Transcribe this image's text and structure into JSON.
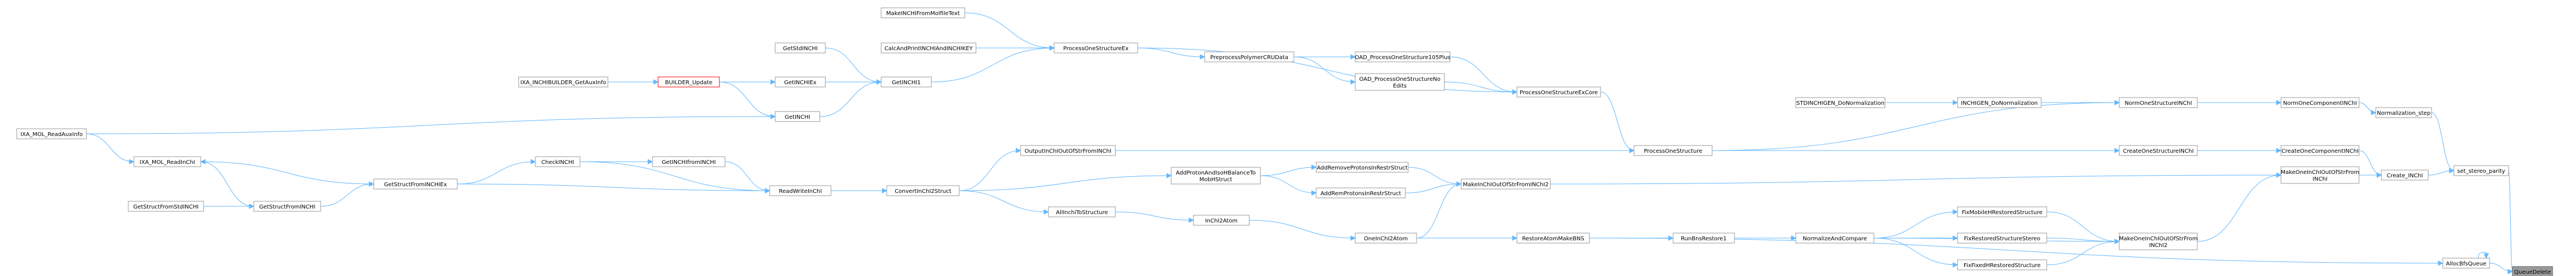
{
  "graph": {
    "kind": "caller-graph",
    "colors": {
      "edge": "#63b8ff",
      "node_border": "#999999",
      "root_fill": "#999999",
      "highlight_border": "#ff0000"
    },
    "nodes": [
      {
        "id": "QueueDelete",
        "label": [
          "QueueDelete"
        ],
        "root": true
      },
      {
        "id": "set_stereo_parity",
        "label": [
          "set_stereo_parity"
        ]
      },
      {
        "id": "AllocBfsQueue",
        "label": [
          "AllocBfsQueue"
        ]
      },
      {
        "id": "Normalization_step",
        "label": [
          "Normalization_step"
        ]
      },
      {
        "id": "Create_INChI",
        "label": [
          "Create_INChI"
        ]
      },
      {
        "id": "NormOneComponentINChI",
        "label": [
          "NormOneComponentINChI"
        ]
      },
      {
        "id": "CreateOneComponentINChI",
        "label": [
          "CreateOneComponentINChI"
        ]
      },
      {
        "id": "MakeOneInChIOutOfStrFromINChI",
        "label": [
          "MakeOneInChIOutOfStrFrom",
          "INChI"
        ]
      },
      {
        "id": "NormOneStructureINChI",
        "label": [
          "NormOneStructureINChI"
        ]
      },
      {
        "id": "CreateOneStructureINChI",
        "label": [
          "CreateOneStructureINChI"
        ]
      },
      {
        "id": "MakeOneInChIOutOfStrFromINChI2",
        "label": [
          "MakeOneInChIOutOfStrFrom",
          "INChI2"
        ]
      },
      {
        "id": "INCHIGEN_DoNormalization",
        "label": [
          "INCHIGEN_DoNormalization"
        ]
      },
      {
        "id": "STDINCHIGEN_DoNormalization",
        "label": [
          "STDINCHIGEN_DoNormalization"
        ]
      },
      {
        "id": "ProcessOneStructure",
        "label": [
          "ProcessOneStructure"
        ]
      },
      {
        "id": "FixMobileHRestoredStructure",
        "label": [
          "FixMobileHRestoredStructure"
        ]
      },
      {
        "id": "FixRestoredStructureStereo",
        "label": [
          "FixRestoredStructureStereo"
        ]
      },
      {
        "id": "FixFixedHRestoredStructure",
        "label": [
          "FixFixedHRestoredStructure"
        ]
      },
      {
        "id": "NormalizeAndCompare",
        "label": [
          "NormalizeAndCompare"
        ]
      },
      {
        "id": "RunBnsRestore1",
        "label": [
          "RunBnsRestore1"
        ]
      },
      {
        "id": "RestoreAtomMakeBNS",
        "label": [
          "RestoreAtomMakeBNS"
        ]
      },
      {
        "id": "ProcessOneStructureExCore",
        "label": [
          "ProcessOneStructureExCore"
        ]
      },
      {
        "id": "OAD_ProcessOneStructure105Plus",
        "label": [
          "OAD_ProcessOneStructure105Plus"
        ]
      },
      {
        "id": "OAD_ProcessOneStructureNoEdits",
        "label": [
          "OAD_ProcessOneStructureNo",
          "Edits"
        ]
      },
      {
        "id": "PreprocessPolymerCRUData",
        "label": [
          "PreprocessPolymerCRUData"
        ]
      },
      {
        "id": "ProcessOneStructureEx",
        "label": [
          "ProcessOneStructureEx"
        ]
      },
      {
        "id": "MakeINCHIFromMolfileText",
        "label": [
          "MakeINCHIFromMolfileText"
        ]
      },
      {
        "id": "CalcAndPrintINCHIAndINCHIKEY",
        "label": [
          "CalcAndPrintINCHIAndINCHIKEY"
        ]
      },
      {
        "id": "GetINCHI1",
        "label": [
          "GetINCHI1"
        ]
      },
      {
        "id": "GetStdINCHI",
        "label": [
          "GetStdINCHI"
        ]
      },
      {
        "id": "GetINCHIEx",
        "label": [
          "GetINCHIEx"
        ]
      },
      {
        "id": "GetINCHI",
        "label": [
          "GetINCHI"
        ]
      },
      {
        "id": "BUILDER_Update",
        "label": [
          "BUILDER_Update"
        ],
        "highlight": true
      },
      {
        "id": "IXA_INCHIBUILDER_GetAuxInfo",
        "label": [
          "IXA_INCHIBUILDER_GetAuxInfo"
        ]
      },
      {
        "id": "IXA_MOL_ReadAuxInfo",
        "label": [
          "IXA_MOL_ReadAuxInfo"
        ]
      },
      {
        "id": "MakeInChIOutOfStrFromINChI2",
        "label": [
          "MakeInChIOutOfStrFromINChI2"
        ]
      },
      {
        "id": "AddRemoveProtonsInRestrStruct",
        "label": [
          "AddRemoveProtonsInRestrStruct"
        ]
      },
      {
        "id": "AddRemProtonsInRestrStruct",
        "label": [
          "AddRemProtonsInRestrStruct"
        ]
      },
      {
        "id": "OneInChI2Atom",
        "label": [
          "OneInChI2Atom"
        ]
      },
      {
        "id": "AddProtonAndIsoHBalanceToMobHStruct",
        "label": [
          "AddProtonAndIsoHBalanceTo",
          "MobHStruct"
        ]
      },
      {
        "id": "InChI2Atom",
        "label": [
          "InChI2Atom"
        ]
      },
      {
        "id": "AllInchiToStructure",
        "label": [
          "AllInchiToStructure"
        ]
      },
      {
        "id": "OutputInChIOutOfStrFromINChI",
        "label": [
          "OutputInChIOutOfStrFromINChI"
        ]
      },
      {
        "id": "ConvertInChI2Struct",
        "label": [
          "ConvertInChI2Struct"
        ]
      },
      {
        "id": "ReadWriteInChI",
        "label": [
          "ReadWriteInChI"
        ]
      },
      {
        "id": "GetINCHIfromINCHI",
        "label": [
          "GetINCHIfromINCHI"
        ]
      },
      {
        "id": "CheckINCHI",
        "label": [
          "CheckINCHI"
        ]
      },
      {
        "id": "GetStructFromINCHIEx",
        "label": [
          "GetStructFromINCHIEx"
        ]
      },
      {
        "id": "IXA_MOL_ReadInChI",
        "label": [
          "IXA_MOL_ReadInChI"
        ]
      },
      {
        "id": "GetStructFromINCHI",
        "label": [
          "GetStructFromINCHI"
        ]
      },
      {
        "id": "GetStructFromStdINCHI",
        "label": [
          "GetStructFromStdINCHI"
        ]
      }
    ],
    "edges": [
      [
        "set_stereo_parity",
        "QueueDelete"
      ],
      [
        "AllocBfsQueue",
        "QueueDelete"
      ],
      [
        "AllocBfsQueue",
        "AllocBfsQueue"
      ],
      [
        "RestoreAtomMakeBNS",
        "AllocBfsQueue"
      ],
      [
        "Normalization_step",
        "set_stereo_parity"
      ],
      [
        "Create_INChI",
        "set_stereo_parity"
      ],
      [
        "NormOneComponentINChI",
        "Normalization_step"
      ],
      [
        "CreateOneComponentINChI",
        "Create_INChI"
      ],
      [
        "MakeOneInChIOutOfStrFromINChI",
        "Create_INChI"
      ],
      [
        "NormOneStructureINChI",
        "NormOneComponentINChI"
      ],
      [
        "CreateOneStructureINChI",
        "CreateOneComponentINChI"
      ],
      [
        "MakeOneInChIOutOfStrFromINChI2",
        "MakeOneInChIOutOfStrFromINChI"
      ],
      [
        "MakeInChIOutOfStrFromINChI2",
        "MakeOneInChIOutOfStrFromINChI"
      ],
      [
        "INCHIGEN_DoNormalization",
        "NormOneStructureINChI"
      ],
      [
        "ProcessOneStructure",
        "NormOneStructureINChI"
      ],
      [
        "ProcessOneStructure",
        "CreateOneStructureINChI"
      ],
      [
        "STDINCHIGEN_DoNormalization",
        "INCHIGEN_DoNormalization"
      ],
      [
        "FixMobileHRestoredStructure",
        "MakeOneInChIOutOfStrFromINChI2"
      ],
      [
        "FixRestoredStructureStereo",
        "MakeOneInChIOutOfStrFromINChI2"
      ],
      [
        "FixFixedHRestoredStructure",
        "MakeOneInChIOutOfStrFromINChI2"
      ],
      [
        "NormalizeAndCompare",
        "MakeOneInChIOutOfStrFromINChI2"
      ],
      [
        "NormalizeAndCompare",
        "FixMobileHRestoredStructure"
      ],
      [
        "NormalizeAndCompare",
        "FixRestoredStructureStereo"
      ],
      [
        "NormalizeAndCompare",
        "FixFixedHRestoredStructure"
      ],
      [
        "RunBnsRestore1",
        "NormalizeAndCompare"
      ],
      [
        "RestoreAtomMakeBNS",
        "RunBnsRestore1"
      ],
      [
        "ProcessOneStructureExCore",
        "ProcessOneStructure"
      ],
      [
        "OAD_ProcessOneStructure105Plus",
        "ProcessOneStructureExCore"
      ],
      [
        "OAD_ProcessOneStructureNoEdits",
        "ProcessOneStructureExCore"
      ],
      [
        "ProcessOneStructureEx",
        "ProcessOneStructureExCore"
      ],
      [
        "PreprocessPolymerCRUData",
        "OAD_ProcessOneStructure105Plus"
      ],
      [
        "PreprocessPolymerCRUData",
        "OAD_ProcessOneStructureNoEdits"
      ],
      [
        "ProcessOneStructureEx",
        "PreprocessPolymerCRUData"
      ],
      [
        "MakeINCHIFromMolfileText",
        "ProcessOneStructureEx"
      ],
      [
        "CalcAndPrintINCHIAndINCHIKEY",
        "ProcessOneStructureEx"
      ],
      [
        "GetINCHI1",
        "ProcessOneStructureEx"
      ],
      [
        "GetStdINCHI",
        "GetINCHI1"
      ],
      [
        "GetINCHIEx",
        "GetINCHI1"
      ],
      [
        "GetINCHI",
        "GetINCHI1"
      ],
      [
        "BUILDER_Update",
        "GetINCHIEx"
      ],
      [
        "BUILDER_Update",
        "GetINCHI"
      ],
      [
        "IXA_INCHIBUILDER_GetAuxInfo",
        "BUILDER_Update"
      ],
      [
        "IXA_MOL_ReadAuxInfo",
        "GetINCHI"
      ],
      [
        "IXA_MOL_ReadAuxInfo",
        "IXA_MOL_ReadInChI"
      ],
      [
        "AddRemoveProtonsInRestrStruct",
        "MakeInChIOutOfStrFromINChI2"
      ],
      [
        "AddRemProtonsInRestrStruct",
        "MakeInChIOutOfStrFromINChI2"
      ],
      [
        "OneInChI2Atom",
        "MakeInChIOutOfStrFromINChI2"
      ],
      [
        "OneInChI2Atom",
        "RestoreAtomMakeBNS"
      ],
      [
        "AddProtonAndIsoHBalanceToMobHStruct",
        "AddRemoveProtonsInRestrStruct"
      ],
      [
        "AddProtonAndIsoHBalanceToMobHStruct",
        "AddRemProtonsInRestrStruct"
      ],
      [
        "InChI2Atom",
        "OneInChI2Atom"
      ],
      [
        "AllInchiToStructure",
        "InChI2Atom"
      ],
      [
        "OutputInChIOutOfStrFromINChI",
        "ProcessOneStructure"
      ],
      [
        "ConvertInChI2Struct",
        "OutputInChIOutOfStrFromINChI"
      ],
      [
        "ConvertInChI2Struct",
        "AddProtonAndIsoHBalanceToMobHStruct"
      ],
      [
        "ConvertInChI2Struct",
        "AllInchiToStructure"
      ],
      [
        "ReadWriteInChI",
        "ConvertInChI2Struct"
      ],
      [
        "GetINCHIfromINCHI",
        "ReadWriteInChI"
      ],
      [
        "CheckINCHI",
        "GetINCHIfromINCHI"
      ],
      [
        "CheckINCHI",
        "ReadWriteInChI"
      ],
      [
        "GetStructFromINCHIEx",
        "ReadWriteInChI"
      ],
      [
        "GetStructFromINCHIEx",
        "CheckINCHI"
      ],
      [
        "IXA_MOL_ReadInChI",
        "GetStructFromINCHIEx"
      ],
      [
        "GetStructFromINCHI",
        "GetStructFromINCHIEx"
      ],
      [
        "GetStructFromINCHI",
        "IXA_MOL_ReadInChI"
      ],
      [
        "GetStructFromStdINCHI",
        "GetStructFromINCHI"
      ]
    ]
  }
}
